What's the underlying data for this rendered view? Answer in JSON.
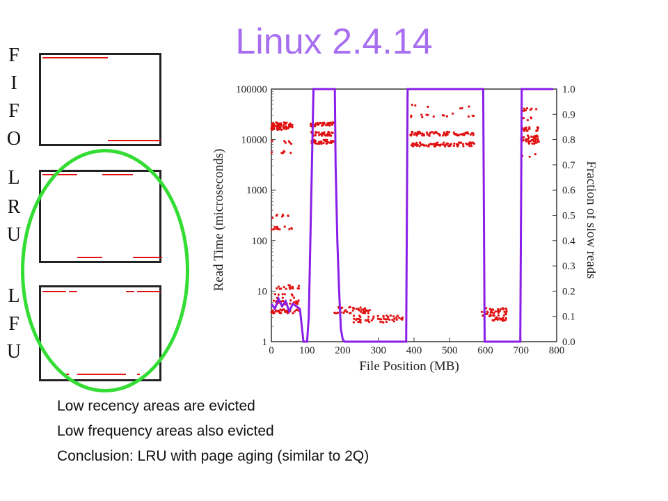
{
  "title": "Linux 2.4.14",
  "policies": [
    {
      "letters": [
        "F",
        "I",
        "F",
        "O"
      ]
    },
    {
      "letters": [
        "L",
        "R",
        "U"
      ]
    },
    {
      "letters": [
        "L",
        "F",
        "U"
      ]
    }
  ],
  "bullets": [
    "Low recency areas are evicted",
    "Low frequency areas also evicted",
    "Conclusion:  LRU with page aging (similar to 2Q)"
  ],
  "colors": {
    "title": "#a86ef0",
    "read_points": "#e01010",
    "fraction_line": "#8a1ee8",
    "highlight_ring": "#33dd33"
  },
  "chart_data": {
    "type": "scatter",
    "xlabel": "File Position (MB)",
    "ylabel": "Read Time (microseconds)",
    "y2label": "Fraction of slow reads",
    "xlim": [
      0,
      800
    ],
    "ylim": [
      1,
      100000
    ],
    "y2lim": [
      0.0,
      1.0
    ],
    "yscale": "log",
    "x_ticks": [
      "0",
      "100",
      "200",
      "300",
      "400",
      "500",
      "600",
      "700",
      "800"
    ],
    "y_ticks": [
      "1",
      "10",
      "100",
      "1000",
      "10000",
      "100000"
    ],
    "y2_ticks": [
      "0.0",
      "0.1",
      "0.2",
      "0.3",
      "0.4",
      "0.5",
      "0.6",
      "0.7",
      "0.8",
      "0.9",
      "1.0"
    ],
    "series": [
      {
        "kind": "scatter",
        "clusters": [
          {
            "x": [
              0,
              60
            ],
            "y_levels": [
              17000,
              20000
            ],
            "points": 70
          },
          {
            "x": [
              0,
              80
            ],
            "y_levels": [
              4,
              6
            ],
            "points": 60
          },
          {
            "x": [
              0,
              80
            ],
            "y_levels": [
              8,
              12
            ],
            "points": 25
          },
          {
            "x": [
              0,
              60
            ],
            "y_levels": [
              180,
              300
            ],
            "points": 20
          },
          {
            "x": [
              0,
              60
            ],
            "y_levels": [
              5500,
              9000
            ],
            "points": 12
          },
          {
            "x": [
              110,
              175
            ],
            "y_levels": [
              9000,
              13000,
              20000
            ],
            "points": 110
          },
          {
            "x": [
              175,
              280
            ],
            "y_levels": [
              4,
              4.5
            ],
            "points": 40
          },
          {
            "x": [
              230,
              370
            ],
            "y_levels": [
              2.6,
              3
            ],
            "points": 50
          },
          {
            "x": [
              390,
              570
            ],
            "y_levels": [
              8000,
              13000
            ],
            "points": 150
          },
          {
            "x": [
              390,
              570
            ],
            "y_levels": [
              30000,
              45000
            ],
            "points": 20
          },
          {
            "x": [
              590,
              660
            ],
            "y_levels": [
              3.5,
              4.2
            ],
            "points": 40
          },
          {
            "x": [
              620,
              660
            ],
            "y_levels": [
              2.8
            ],
            "points": 20
          },
          {
            "x": [
              700,
              750
            ],
            "y_levels": [
              9000,
              11000,
              16000
            ],
            "points": 60
          },
          {
            "x": [
              700,
              750
            ],
            "y_levels": [
              25000,
              40000,
              5000
            ],
            "points": 15
          }
        ]
      },
      {
        "kind": "line",
        "axis": "y2",
        "points": [
          [
            0,
            0.15
          ],
          [
            10,
            0.13
          ],
          [
            20,
            0.17
          ],
          [
            30,
            0.14
          ],
          [
            40,
            0.16
          ],
          [
            50,
            0.12
          ],
          [
            60,
            0.15
          ],
          [
            70,
            0.14
          ],
          [
            80,
            0.13
          ],
          [
            90,
            0.0
          ],
          [
            100,
            0.0
          ],
          [
            105,
            0.1
          ],
          [
            110,
            0.45
          ],
          [
            118,
            1.0
          ],
          [
            178,
            1.0
          ],
          [
            180,
            0.7
          ],
          [
            185,
            0.4
          ],
          [
            190,
            0.2
          ],
          [
            195,
            0.05
          ],
          [
            200,
            0.01
          ],
          [
            205,
            0.0
          ],
          [
            378,
            0.0
          ],
          [
            382,
            1.0
          ],
          [
            594,
            1.0
          ],
          [
            598,
            0.0
          ],
          [
            698,
            0.0
          ],
          [
            702,
            1.0
          ],
          [
            790,
            1.0
          ]
        ]
      }
    ]
  }
}
